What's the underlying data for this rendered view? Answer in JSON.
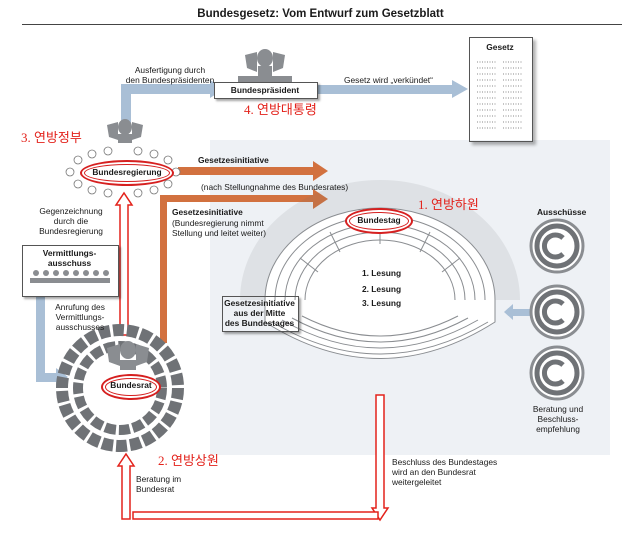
{
  "title": "Bundesgesetz: Vom Entwurf zum Gesetzblatt",
  "nodes": {
    "gesetz": "Gesetz",
    "bundespraesident": "Bundespräsident",
    "bundesregierung": "Bundesregierung",
    "bundestag": "Bundestag",
    "bundesrat": "Bundesrat",
    "vermittlungsausschuss": "Vermittlungs-\nausschuss",
    "ausschuesse": "Ausschüsse"
  },
  "korean_labels": {
    "praesident": "4. 연방대통령",
    "regierung": "3. 연방정부",
    "bundestag": "1. 연방하원",
    "bundesrat": "2. 연방상원"
  },
  "labels": {
    "ausfertigung": "Ausfertigung durch\nden Bundespräsidenten",
    "verkuendet": "Gesetz wird „verkündet“",
    "initiative1": "Gesetzesinitiative",
    "initiative1_note": "(nach Stellungnahme des Bundesrates)",
    "initiative2": "Gesetzesinitiative",
    "initiative2_note": "(Bundesregierung nimmt\nStellung und leitet weiter)",
    "gegenzeichnung": "Gegenzeichnung\ndurch die\nBundesregierung",
    "anrufung": "Anrufung des\nVermittlungs-\nausschusses",
    "initiative3": "Gesetzesinitiative\naus der Mitte\ndes Bundestages",
    "lesung1": "1. Lesung",
    "lesung2": "2. Lesung",
    "lesung3": "3. Lesung",
    "beratung_empfehlung": "Beratung und\nBeschluss-\nempfehlung",
    "beschluss": "Beschluss des Bundestages\nwird an den Bundesrat\nweitergeleitet",
    "beratung_bundesrat": "Beratung im\nBundesrat"
  },
  "colors": {
    "red": "#e3221b",
    "orange_arrow": "#d2713f",
    "blue_arrow": "#a9bfd6",
    "panel": "#eef1f5",
    "seat_gray": "#6f7276"
  }
}
